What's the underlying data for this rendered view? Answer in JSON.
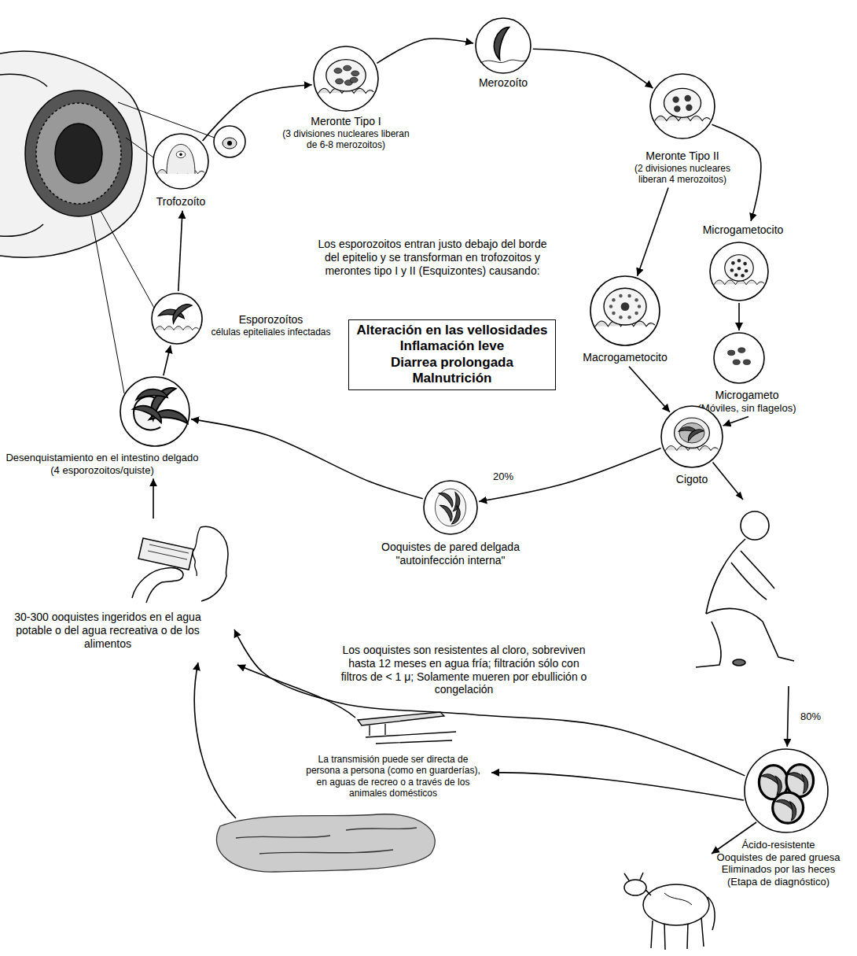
{
  "diagram": {
    "nodes": [
      {
        "text": [
          "Trofozoíto"
        ]
      },
      {
        "text": [
          "Meronte Tipo I",
          "(3 divisiones nucleares liberan de 6-8 merozoitos)"
        ]
      },
      {
        "text": [
          "Merozoíto"
        ]
      },
      {
        "text": [
          "Meronte Tipo II",
          "(2 divisiones nucleares liberan 4 merozoitos)"
        ]
      },
      {
        "text": [
          "Microgametocito"
        ]
      },
      {
        "text": [
          "Esporozoítos",
          "células epiteliales infectadas"
        ]
      },
      {
        "text": [
          "Alteración en las vellosidades",
          "Inflamación leve",
          "Diarrea prolongada",
          "Malnutrición"
        ]
      },
      {
        "text": [
          "Macrogametocito"
        ]
      },
      {
        "text": [
          "Microgameto",
          "(Móviles, sin flagelos)"
        ]
      },
      {
        "text": [
          "Desenquistamiento en el intestino delgado (4 esporozoitos/quiste)"
        ]
      },
      {
        "text": [
          "Cigoto"
        ]
      },
      {
        "text": [
          "Ooquistes de pared delgada",
          "\"autoinfección interna\""
        ]
      },
      {
        "text": [
          "30-300 ooquistes ingeridos en el agua potable o del agua recreativa o de los alimentos"
        ]
      },
      {
        "text": [
          "Ácido-resistente",
          "Ooquistes de pared gruesa",
          "Eliminados por las heces",
          "(Etapa de diagnóstico)"
        ]
      }
    ],
    "edges": [
      {
        "from": 0,
        "to": 1,
        "arrow": "to"
      },
      {
        "from": 1,
        "to": 2,
        "arrow": "to"
      },
      {
        "from": 2,
        "to": 3,
        "arrow": "to"
      },
      {
        "from": 3,
        "to": 4,
        "arrow": "to"
      },
      {
        "from": 3,
        "to": 7,
        "arrow": "to"
      },
      {
        "from": 4,
        "to": 8,
        "arrow": "to"
      },
      {
        "from": 7,
        "to": 10,
        "arrow": "to"
      },
      {
        "from": 8,
        "to": 10,
        "arrow": "to"
      },
      {
        "from": 10,
        "to": 11,
        "label": "20%",
        "arrow": "to"
      },
      {
        "from": 10,
        "to": 13,
        "label": "80%",
        "arrow": "to"
      },
      {
        "from": 11,
        "to": 9,
        "arrow": "to"
      },
      {
        "from": 13,
        "to": 12,
        "arrow": "to"
      },
      {
        "from": 12,
        "to": 9,
        "arrow": "to"
      },
      {
        "from": 9,
        "to": 5,
        "arrow": "to"
      },
      {
        "from": 5,
        "to": 0,
        "arrow": "to"
      }
    ],
    "labels": [
      "Los esporozoitos entran justo debajo del borde del epitelio y se transforman en trofozoitos y merontes tipo I y II (Esquizontes) causando:",
      "Los ooquistes son resistentes al cloro, sobreviven hasta 12 meses en agua fría; filtración sólo con filtros de < 1 μ; Solamente mueren por ebullición o congelación",
      "La transmisión puede ser directa de persona a persona (como en guarderías), en aguas de recreo o a través de los animales domésticos"
    ]
  }
}
